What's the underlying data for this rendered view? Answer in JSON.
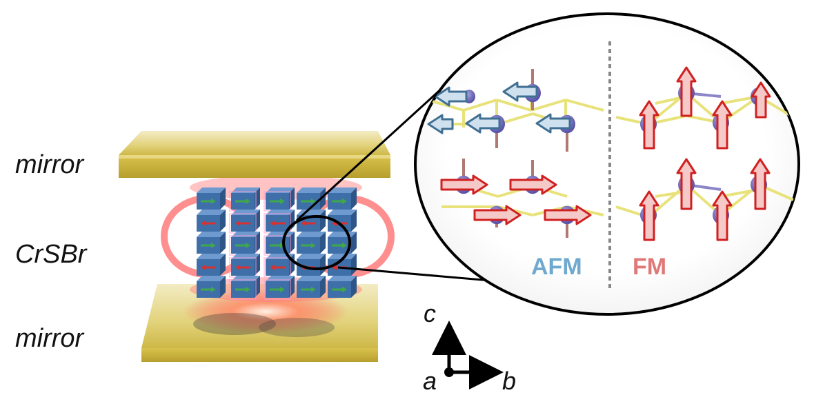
{
  "labels": {
    "top_mirror": "mirror",
    "material": "CrSBr",
    "bottom_mirror": "mirror"
  },
  "axes": {
    "c": "c",
    "a": "a",
    "b": "b"
  },
  "phases": {
    "afm": "AFM",
    "fm": "FM"
  },
  "colors": {
    "mirror_gold": "#d8c24a",
    "afm_label": "#6fa9cf",
    "fm_label": "#e07878",
    "afm_arrow": "#4d7fa3",
    "fm_arrow": "#d22a2a",
    "cavity_glow": "#ff5a5a",
    "cube_blue": "#3f6fa8"
  }
}
